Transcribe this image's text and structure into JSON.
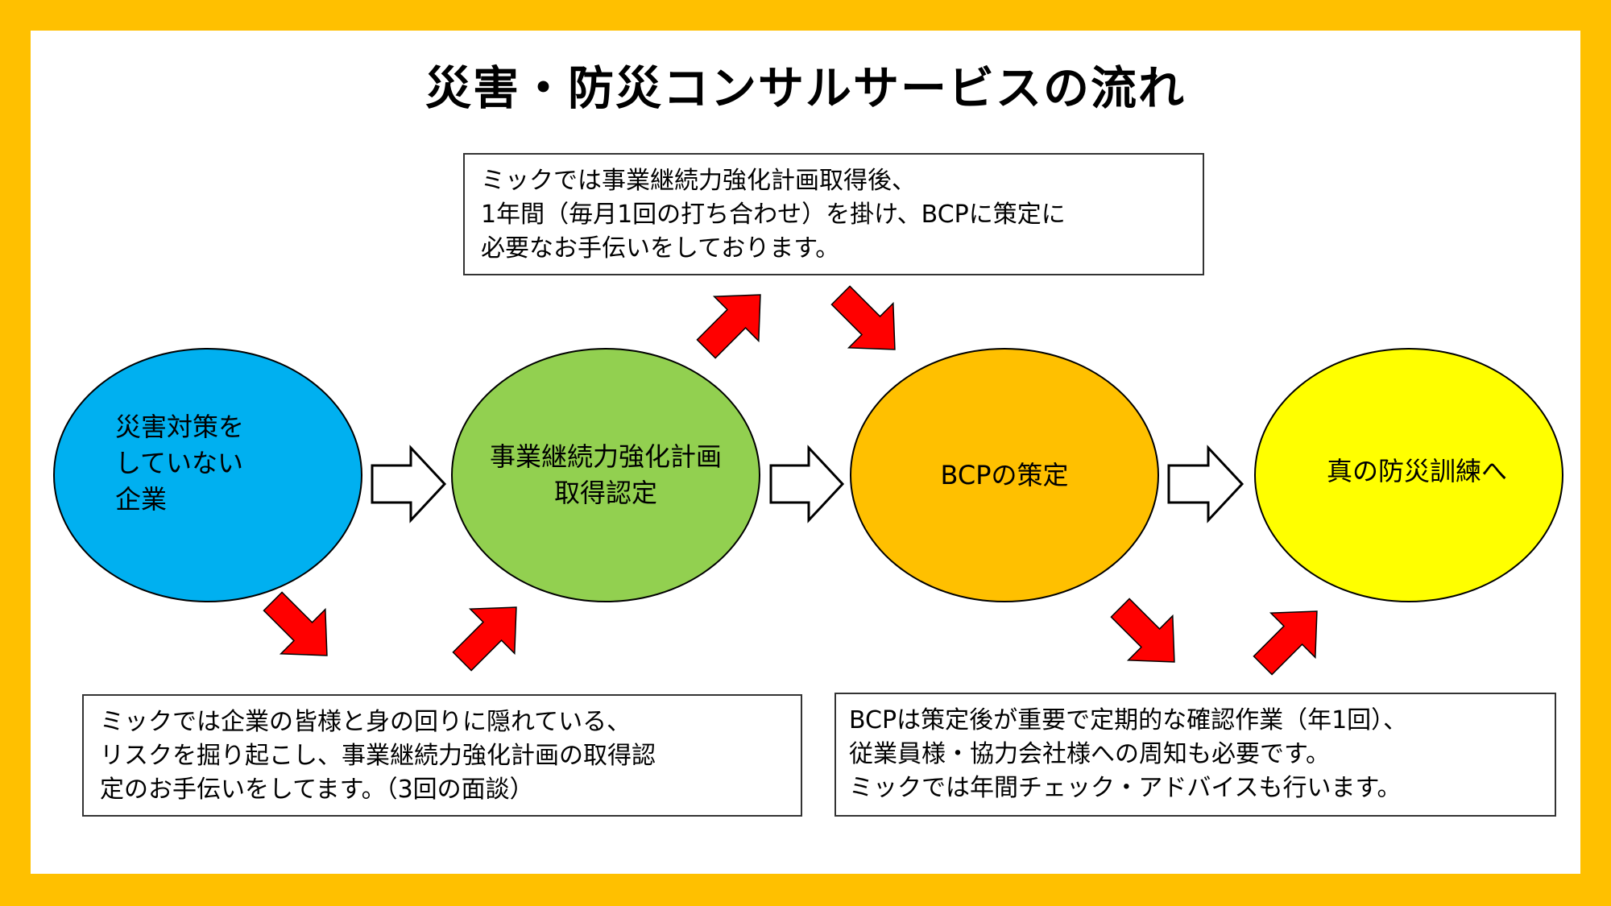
{
  "title": "災害・防災コンサルサービスの流れ",
  "steps": [
    {
      "label": "災害対策を\nしていない\n企業",
      "color": "#00B0F0"
    },
    {
      "label": "事業継続力強化計画\n取得認定",
      "color": "#92D050"
    },
    {
      "label": "BCPの策定",
      "color": "#FFC000"
    },
    {
      "label": "真の防災訓練へ",
      "color": "#FFFF00"
    }
  ],
  "notes": {
    "top": [
      "ミックでは事業継続力強化計画取得後、",
      "1年間（毎月1回の打ち合わせ）を掛け、BCPに策定に",
      "必要なお手伝いをしております。"
    ],
    "bottom_left": [
      "ミックでは企業の皆様と身の回りに隠れている、",
      "リスクを掘り起こし、事業継続力強化計画の取得認",
      "定のお手伝いをしてます。（3回の面談）"
    ],
    "bottom_right": [
      "BCPは策定後が重要で定期的な確認作業（年1回）、",
      "従業員様・協力会社様への周知も必要です。",
      "ミックでは年間チェック・アドバイスも行います。"
    ]
  },
  "colors": {
    "frame": "#FFC000",
    "red_arrow": "#FF0000",
    "flow_arrow_fill": "#FFFFFF"
  },
  "icons": {
    "flow_arrow": "right-arrow-outline",
    "side_arrow": "red-diagonal-arrow"
  }
}
